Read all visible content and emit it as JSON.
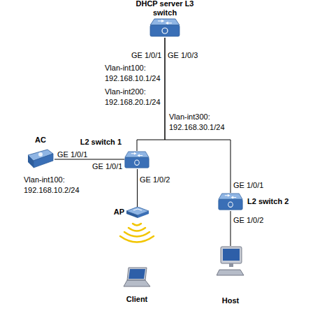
{
  "diagram": {
    "nodes": [
      {
        "text": [
          "DHCP server L3 switch"
        ]
      },
      {
        "text": [
          "AC"
        ]
      },
      {
        "text": [
          "L2 switch 1"
        ]
      },
      {
        "text": [
          "L2 switch 2"
        ]
      },
      {
        "text": [
          "AP"
        ]
      },
      {
        "text": [
          "Host"
        ]
      },
      {
        "text": [
          "Client"
        ]
      }
    ],
    "edges": [
      {
        "from": 0,
        "to": 2,
        "arrow": "none"
      },
      {
        "from": 0,
        "to": 3,
        "arrow": "none"
      },
      {
        "from": 1,
        "to": 2,
        "arrow": "none"
      },
      {
        "from": 2,
        "to": 4,
        "arrow": "none"
      },
      {
        "from": 3,
        "to": 5,
        "arrow": "none"
      }
    ],
    "labels": [
      "GE 1/0/1",
      "GE 1/0/3",
      "Vlan-int100: 192.168.10.1/24",
      "Vlan-int200: 192.168.20.1/24",
      "Vlan-int300: 192.168.30.1/24",
      "GE 1/0/1",
      "GE 1/0/1",
      "Vlan-int100: 192.168.10.2/24",
      "GE 1/0/2",
      "GE 1/0/1",
      "GE 1/0/2"
    ]
  }
}
